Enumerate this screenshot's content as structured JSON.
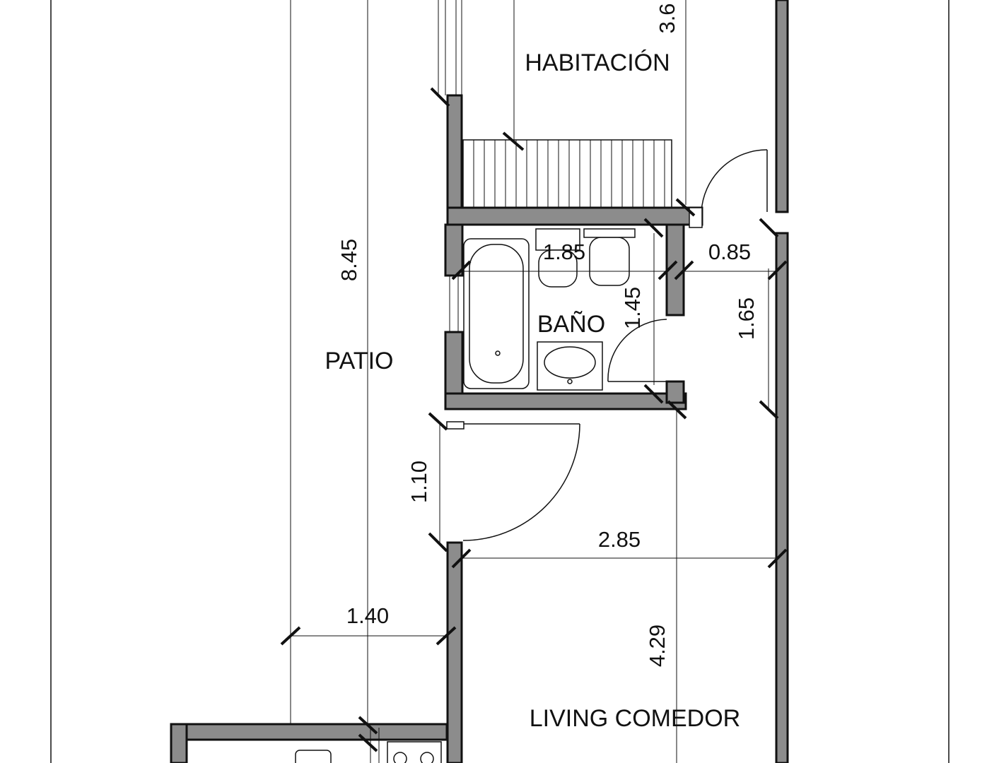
{
  "rooms": {
    "habitacion": "HABITACIÓN",
    "bano": "BAÑO",
    "patio": "PATIO",
    "living": "LIVING COMEDOR"
  },
  "dimensions": {
    "habitacion_height": "3.6",
    "patio_height": "8.45",
    "bano_width": "1.85",
    "hall_width": "0.85",
    "bano_height": "1.45",
    "hall_height": "1.65",
    "door_width": "1.10",
    "living_width": "2.85",
    "patio_width": "1.40",
    "living_height": "4.29"
  }
}
